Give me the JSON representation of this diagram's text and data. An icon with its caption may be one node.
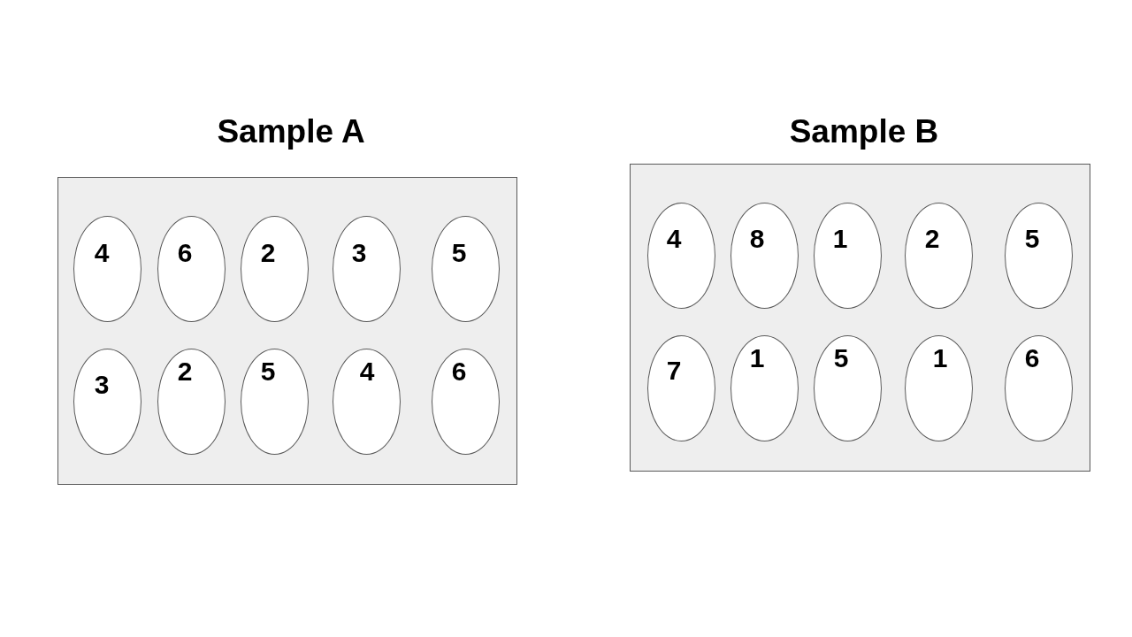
{
  "diagram": {
    "nodes": [
      {
        "text": [
          "Sample A"
        ]
      },
      {
        "text": [
          "4"
        ],
        "in": 0
      },
      {
        "text": [
          "6"
        ],
        "in": 0
      },
      {
        "text": [
          "2"
        ],
        "in": 0
      },
      {
        "text": [
          "3"
        ],
        "in": 0
      },
      {
        "text": [
          "5"
        ],
        "in": 0
      },
      {
        "text": [
          "3"
        ],
        "in": 0
      },
      {
        "text": [
          "2"
        ],
        "in": 0
      },
      {
        "text": [
          "5"
        ],
        "in": 0
      },
      {
        "text": [
          "4"
        ],
        "in": 0
      },
      {
        "text": [
          "6"
        ],
        "in": 0
      },
      {
        "text": [
          "Sample B"
        ]
      },
      {
        "text": [
          "4"
        ],
        "in": 11
      },
      {
        "text": [
          "8"
        ],
        "in": 11
      },
      {
        "text": [
          "1"
        ],
        "in": 11
      },
      {
        "text": [
          "2"
        ],
        "in": 11
      },
      {
        "text": [
          "5"
        ],
        "in": 11
      },
      {
        "text": [
          "7"
        ],
        "in": 11
      },
      {
        "text": [
          "1"
        ],
        "in": 11
      },
      {
        "text": [
          "5"
        ],
        "in": 11
      },
      {
        "text": [
          "1"
        ],
        "in": 11
      },
      {
        "text": [
          "6"
        ],
        "in": 11
      }
    ]
  }
}
